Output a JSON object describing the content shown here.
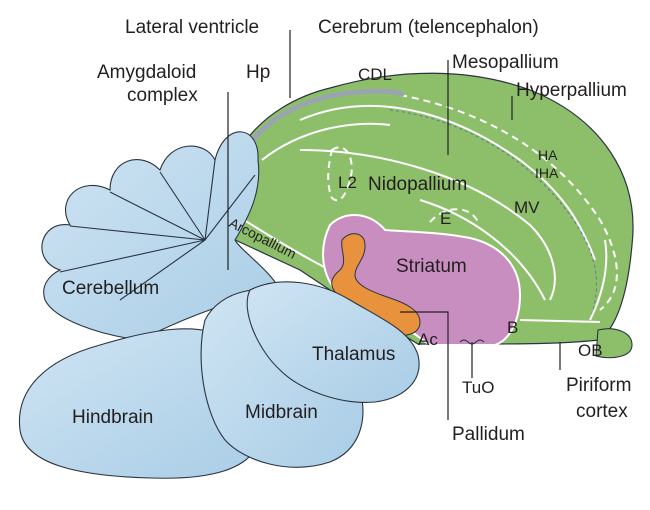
{
  "labels": {
    "lateral_ventricle": "Lateral ventricle",
    "cerebrum": "Cerebrum (telencephalon)",
    "mesopallium": "Mesopallium",
    "amygdaloid_1": "Amygdaloid",
    "amygdaloid_2": "complex",
    "hp": "Hp",
    "cdl": "CDL",
    "hyperpallium": "Hyperpallium",
    "ha": "HA",
    "iha": "IHA",
    "l2": "L2",
    "nidopallium": "Nidopallium",
    "e": "E",
    "mv": "MV",
    "arcopallium": "Arcopallium",
    "striatum": "Striatum",
    "cerebellum": "Cerebellum",
    "ac": "Ac",
    "b": "B",
    "thalamus": "Thalamus",
    "ob": "OB",
    "tuo": "TuO",
    "piriform_1": "Piriform",
    "piriform_2": "cortex",
    "hindbrain": "Hindbrain",
    "midbrain": "Midbrain",
    "pallidum": "Pallidum"
  },
  "colors": {
    "pallium_green": "#8dbf6b",
    "striatum_purple": "#c98ec0",
    "pallidum_orange": "#e8923d",
    "hindbrain_blue": "#b7d7ec",
    "ventricle_gray": "#9aa3b0"
  }
}
